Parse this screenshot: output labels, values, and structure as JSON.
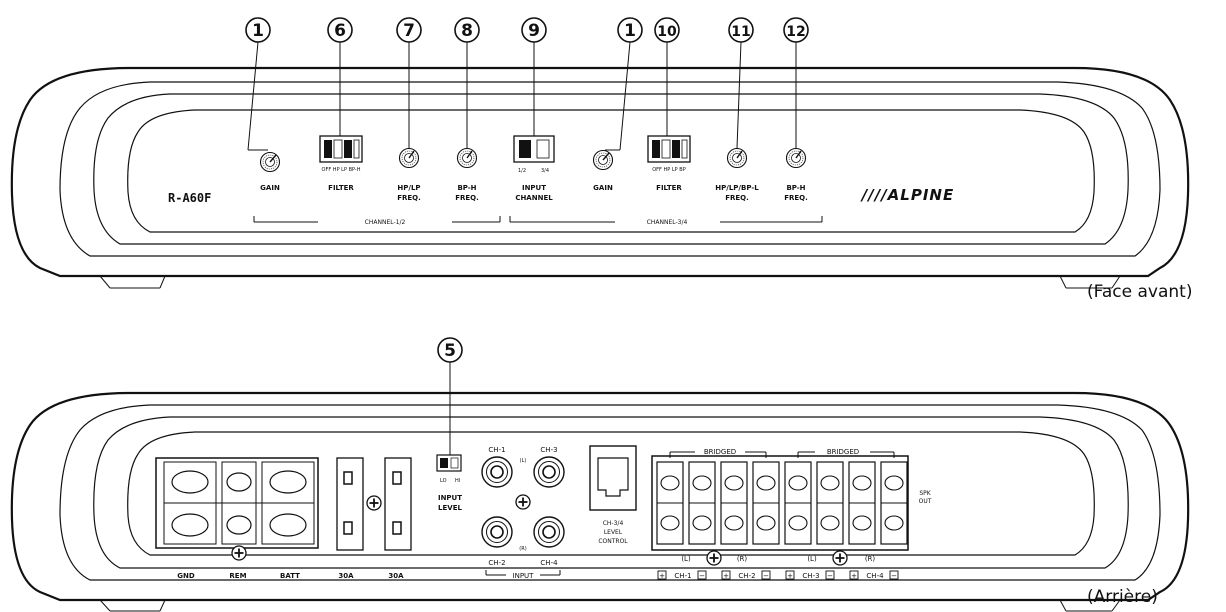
{
  "captions": {
    "front": "(Face avant)",
    "rear": "(Arrière)"
  },
  "front_panel": {
    "model": "R-A60F",
    "brand": "////ALPINE",
    "callouts": [
      "1",
      "6",
      "7",
      "8",
      "9",
      "1",
      "10",
      "11",
      "12"
    ],
    "controls": {
      "gain_1": "GAIN",
      "filter_1": "FILTER",
      "filter_1_pos": "OFF HP LP BP-H",
      "hplp_1": [
        "HP/LP",
        "FREQ."
      ],
      "bph_1": [
        "BP-H",
        "FREQ."
      ],
      "input_channel": [
        "INPUT",
        "CHANNEL"
      ],
      "input_channel_pos": [
        "1/2",
        "3/4"
      ],
      "gain_2": "GAIN",
      "filter_2": "FILTER",
      "filter_2_pos": "OFF HP LP BP",
      "hplpbpl_2": [
        "HP/LP/BP-L",
        "FREQ."
      ],
      "bph_2": [
        "BP-H",
        "FREQ."
      ]
    },
    "groups": {
      "ch12": "CHANNEL-1/2",
      "ch34": "CHANNEL-3/4"
    }
  },
  "rear_panel": {
    "callout": "5",
    "power": {
      "gnd": "GND",
      "rem": "REM",
      "batt": "BATT"
    },
    "fuses": [
      "30A",
      "30A"
    ],
    "input_level": {
      "label": [
        "INPUT",
        "LEVEL"
      ],
      "lo": "LO",
      "hi": "HI"
    },
    "rca": {
      "ch1": "CH-1",
      "ch3": "CH-3",
      "ch2": "CH-2",
      "ch4": "CH-4",
      "l": "(L)",
      "r": "(R)",
      "input": "INPUT"
    },
    "level_control": [
      "CH-3/4",
      "LEVEL",
      "CONTROL"
    ],
    "speaker": {
      "bridged": [
        "BRIDGED",
        "BRIDGED"
      ],
      "spk_out": [
        "SPK",
        "OUT"
      ],
      "lr": [
        "(L)",
        "(R)",
        "(L)",
        "(R)"
      ],
      "channels": [
        "CH-1",
        "CH-2",
        "CH-3",
        "CH-4"
      ],
      "plus": "+",
      "minus": "−"
    }
  }
}
